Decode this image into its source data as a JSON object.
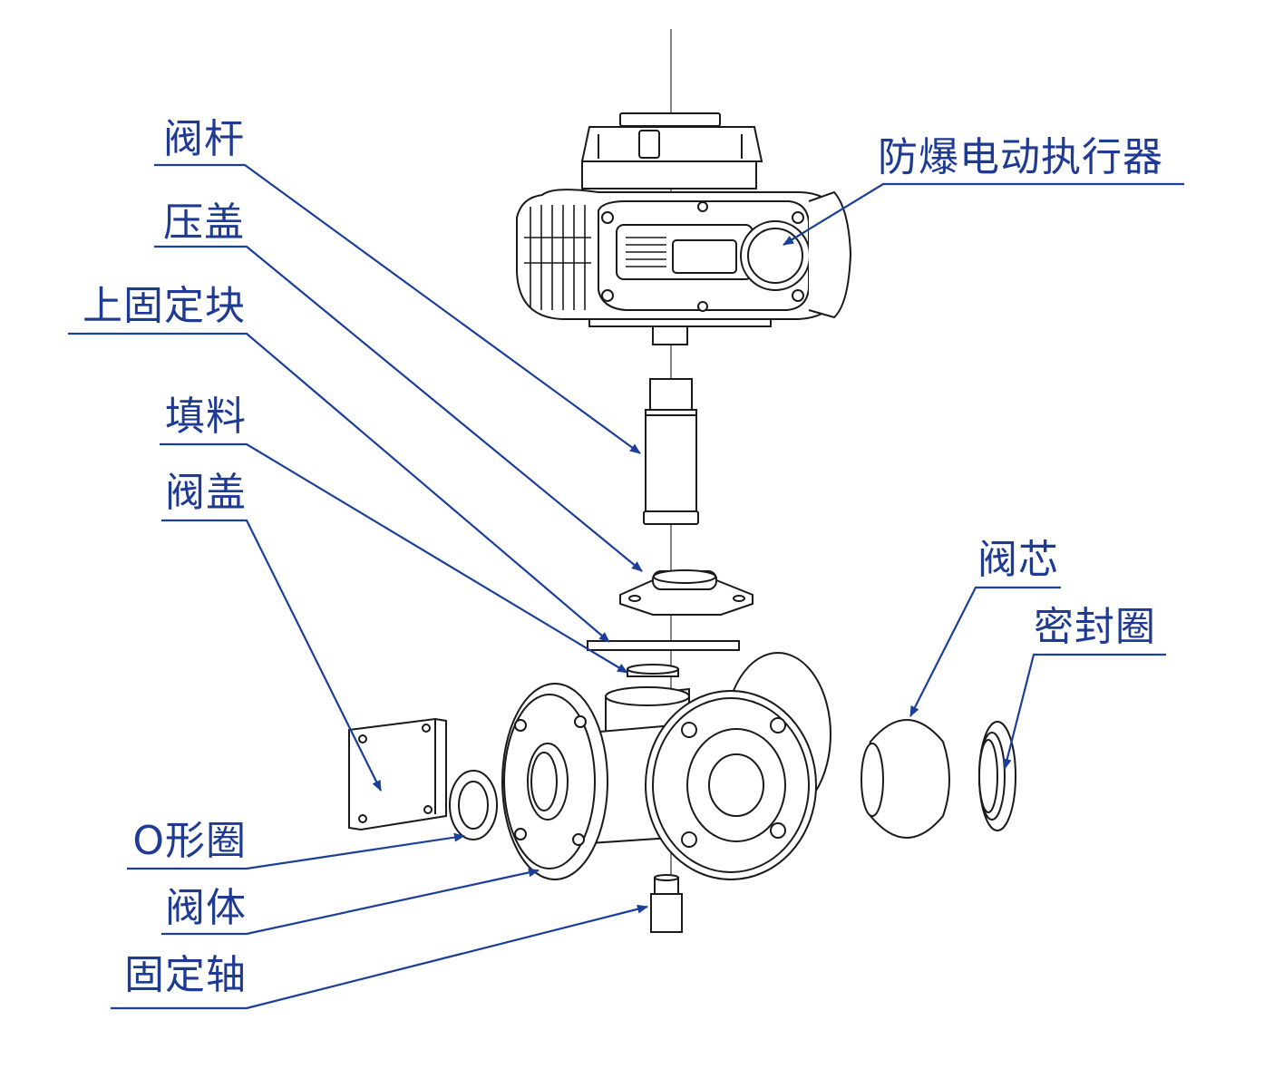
{
  "colors": {
    "leader": "#1b3f99",
    "label": "#1e3a93",
    "drawing": "#1a1a1a"
  },
  "labels": {
    "valve_stem": "阀杆",
    "gland": "压盖",
    "upper_fixing_block": "上固定块",
    "packing": "填料",
    "bonnet": "阀盖",
    "o_ring": "O形圈",
    "valve_body": "阀体",
    "fixed_shaft": "固定轴",
    "actuator": "防爆电动执行器",
    "valve_core": "阀芯",
    "seal_ring": "密封圈"
  }
}
